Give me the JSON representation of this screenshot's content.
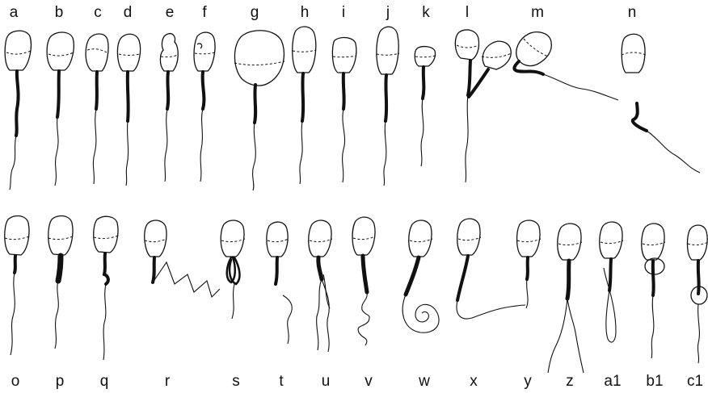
{
  "cells": [
    {
      "id": "a",
      "label": "a",
      "kind": "normal"
    },
    {
      "id": "b",
      "label": "b",
      "kind": "normal"
    },
    {
      "id": "c",
      "label": "c",
      "kind": "normal"
    },
    {
      "id": "d",
      "label": "d",
      "kind": "normal"
    },
    {
      "id": "e",
      "label": "e",
      "kind": "normal"
    },
    {
      "id": "f",
      "label": "f",
      "kind": "normal"
    },
    {
      "id": "g",
      "label": "g",
      "kind": "normal"
    },
    {
      "id": "h",
      "label": "h",
      "kind": "normal"
    },
    {
      "id": "i",
      "label": "i",
      "kind": "normal"
    },
    {
      "id": "j",
      "label": "j",
      "kind": "normal"
    },
    {
      "id": "k",
      "label": "k",
      "kind": "normal"
    },
    {
      "id": "l",
      "label": "l",
      "kind": "normal"
    },
    {
      "id": "m",
      "label": "m",
      "kind": "normal"
    },
    {
      "id": "n",
      "label": "n",
      "kind": "normal"
    },
    {
      "id": "o",
      "label": "o",
      "kind": "normal"
    },
    {
      "id": "p",
      "label": "p",
      "kind": "normal"
    },
    {
      "id": "q",
      "label": "q",
      "kind": "normal"
    },
    {
      "id": "r",
      "label": "r",
      "kind": "normal"
    },
    {
      "id": "s",
      "label": "s",
      "kind": "normal"
    },
    {
      "id": "t",
      "label": "t",
      "kind": "normal"
    },
    {
      "id": "u",
      "label": "u",
      "kind": "normal"
    },
    {
      "id": "v",
      "label": "v",
      "kind": "normal"
    },
    {
      "id": "w",
      "label": "w",
      "kind": "normal"
    },
    {
      "id": "x",
      "label": "x",
      "kind": "normal"
    },
    {
      "id": "y",
      "label": "y",
      "kind": "normal"
    },
    {
      "id": "z",
      "label": "z",
      "kind": "normal"
    },
    {
      "id": "a1",
      "label": "a1",
      "kind": "normal"
    },
    {
      "id": "b1",
      "label": "b1",
      "kind": "normal"
    },
    {
      "id": "c1",
      "label": "c1",
      "kind": "normal"
    }
  ]
}
